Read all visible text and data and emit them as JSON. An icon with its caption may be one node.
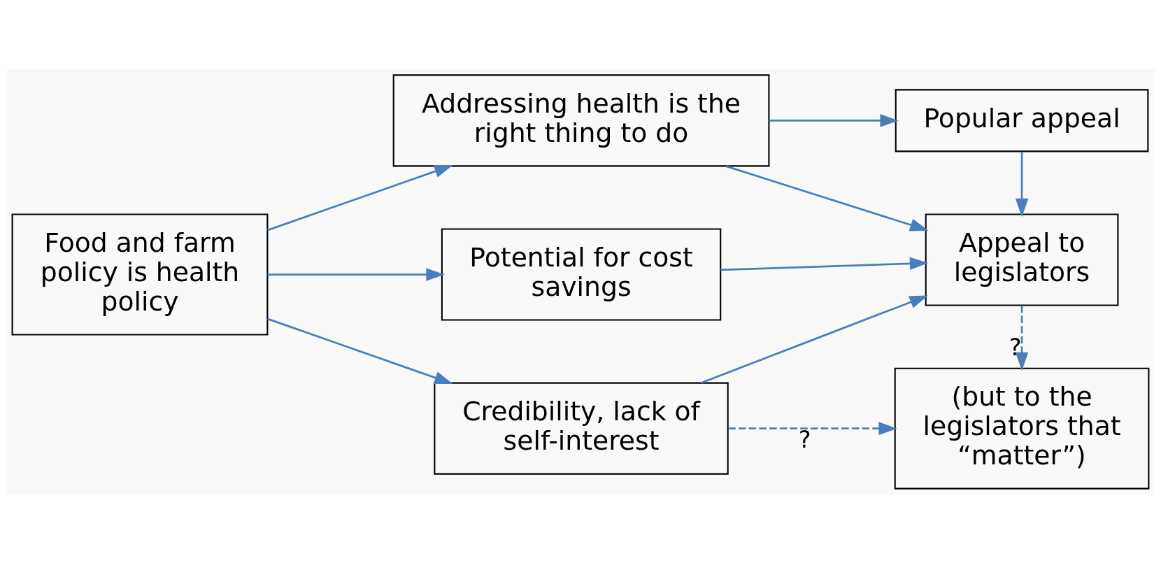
{
  "diagram": {
    "nodes": [
      {
        "text": [
          "Food and farm policy is health policy"
        ]
      },
      {
        "text": [
          "Addressing health is the right thing to do"
        ]
      },
      {
        "text": [
          "Potential for cost savings"
        ]
      },
      {
        "text": [
          "Credibility, lack of self-interest"
        ]
      },
      {
        "text": [
          "Popular appeal"
        ]
      },
      {
        "text": [
          "Appeal to legislators"
        ]
      },
      {
        "text": [
          "(but to the legislators that “matter”)"
        ]
      }
    ],
    "edges": [
      {
        "from": 0,
        "to": 1,
        "arrow": "to"
      },
      {
        "from": 0,
        "to": 2,
        "arrow": "to"
      },
      {
        "from": 0,
        "to": 3,
        "arrow": "to"
      },
      {
        "from": 1,
        "to": 4,
        "arrow": "to"
      },
      {
        "from": 1,
        "to": 5,
        "arrow": "to"
      },
      {
        "from": 2,
        "to": 5,
        "arrow": "to"
      },
      {
        "from": 3,
        "to": 5,
        "arrow": "to"
      },
      {
        "from": 4,
        "to": 5,
        "arrow": "to"
      },
      {
        "from": 3,
        "to": 6,
        "arrow": "to",
        "style": "dashed",
        "label": "?"
      },
      {
        "from": 5,
        "to": 6,
        "arrow": "to",
        "style": "dashed",
        "label": "?"
      }
    ]
  }
}
